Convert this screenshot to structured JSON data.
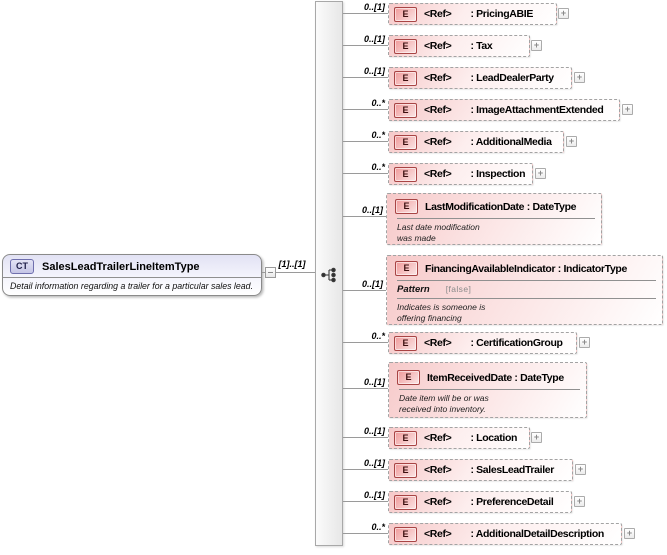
{
  "root": {
    "badge": "CT",
    "title": "SalesLeadTrailerLineItemType",
    "annotation": "Detail information regarding a trailer for a particular sales lead.",
    "cardinality": "[1]..[1]"
  },
  "compositor": "sequence",
  "badges": {
    "element": "E"
  },
  "expand_glyph": "+",
  "colors": {
    "element_pink": "#f6c9c9",
    "element_icon_border": "#a84444",
    "complex_type_lavender": "#e2e2f4",
    "connector_gray": "#9a9a9a"
  },
  "children": [
    {
      "cardinality": "0..[1]",
      "ref": "<Ref>",
      "label": ": PricingABIE",
      "expand": "+"
    },
    {
      "cardinality": "0..[1]",
      "ref": "<Ref>",
      "label": ": Tax",
      "expand": "+"
    },
    {
      "cardinality": "0..[1]",
      "ref": "<Ref>",
      "label": ": LeadDealerParty",
      "expand": "+"
    },
    {
      "cardinality": "0..*",
      "ref": "<Ref>",
      "label": ": ImageAttachmentExtended",
      "expand": "+"
    },
    {
      "cardinality": "0..*",
      "ref": "<Ref>",
      "label": ": AdditionalMedia",
      "expand": "+"
    },
    {
      "cardinality": "0..*",
      "ref": "<Ref>",
      "label": ": Inspection",
      "expand": "+"
    },
    {
      "cardinality": "0..[1]",
      "title": "LastModificationDate : DateType",
      "annotation": [
        "Last date modification",
        "was made"
      ]
    },
    {
      "cardinality": "0..[1]",
      "title": "FinancingAvailableIndicator : IndicatorType",
      "facet_name": "Pattern",
      "facet_value": "[false]",
      "annotation": [
        "Indicates is someone is",
        "offering financing"
      ]
    },
    {
      "cardinality": "0..*",
      "ref": "<Ref>",
      "label": ": CertificationGroup",
      "expand": "+"
    },
    {
      "cardinality": "0..[1]",
      "title": "ItemReceivedDate : DateType",
      "annotation": [
        "Date item will be or was",
        "received into inventory."
      ]
    },
    {
      "cardinality": "0..[1]",
      "ref": "<Ref>",
      "label": ": Location",
      "expand": "+"
    },
    {
      "cardinality": "0..[1]",
      "ref": "<Ref>",
      "label": ": SalesLeadTrailer",
      "expand": "+"
    },
    {
      "cardinality": "0..[1]",
      "ref": "<Ref>",
      "label": ": PreferenceDetail",
      "expand": "+"
    },
    {
      "cardinality": "0..*",
      "ref": "<Ref>",
      "label": ": AdditionalDetailDescription",
      "expand": "+"
    }
  ]
}
